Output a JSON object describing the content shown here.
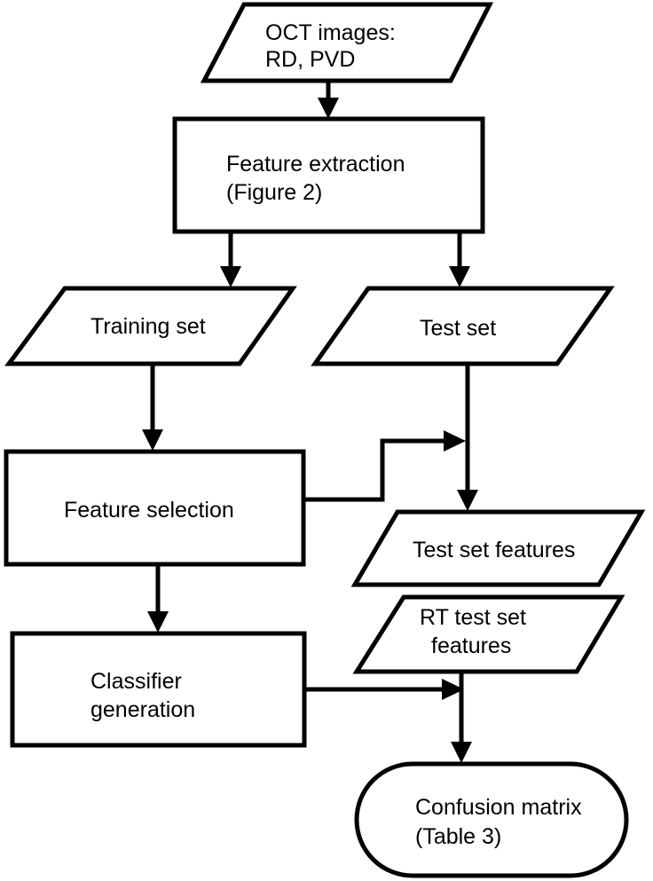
{
  "nodes": {
    "oct_images": {
      "line1": "OCT images:",
      "line2": "RD, PVD"
    },
    "feature_extraction": {
      "line1": "Feature extraction",
      "line2": "(Figure 2)"
    },
    "training_set": {
      "label": "Training set"
    },
    "test_set": {
      "label": "Test set"
    },
    "feature_selection": {
      "label": "Feature selection"
    },
    "test_set_features": {
      "label": "Test set features"
    },
    "rt_test_set_features": {
      "line1": "RT test set",
      "line2": "features"
    },
    "classifier_generation": {
      "line1": "Classifier",
      "line2": "generation"
    },
    "confusion_matrix": {
      "line1": "Confusion matrix",
      "line2": "(Table 3)"
    }
  },
  "edges": [
    {
      "from": "oct_images",
      "to": "feature_extraction"
    },
    {
      "from": "feature_extraction",
      "to": "training_set"
    },
    {
      "from": "feature_extraction",
      "to": "test_set"
    },
    {
      "from": "training_set",
      "to": "feature_selection"
    },
    {
      "from": "test_set",
      "to": "test_set_features"
    },
    {
      "from": "feature_selection",
      "to": "test_set_features"
    },
    {
      "from": "feature_selection",
      "to": "classifier_generation"
    },
    {
      "from": "rt_test_set_features",
      "to": "confusion_matrix"
    },
    {
      "from": "classifier_generation",
      "to": "confusion_matrix"
    }
  ]
}
